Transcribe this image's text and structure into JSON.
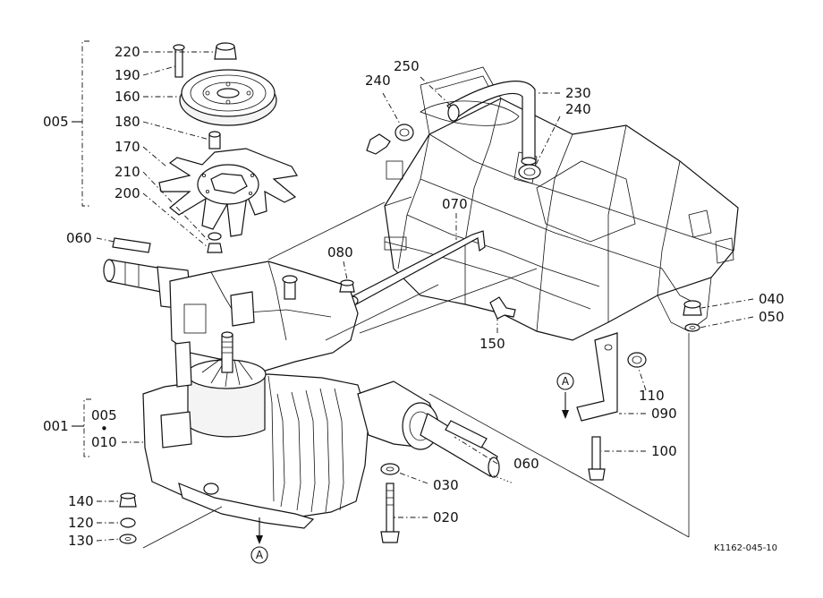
{
  "callouts": {
    "p220": "220",
    "p190": "190",
    "p160": "160",
    "p005_top": "005",
    "p180": "180",
    "p170": "170",
    "p210": "210",
    "p200": "200",
    "p060_left": "060",
    "p250": "250",
    "p240_top": "240",
    "p230": "230",
    "p240_right": "240",
    "p070": "070",
    "p080": "080",
    "p150": "150",
    "p040": "040",
    "p050": "050",
    "p110": "110",
    "p090": "090",
    "p100": "100",
    "p001": "001",
    "p005_mid": "005",
    "p010": "010",
    "p060_right": "060",
    "p030": "030",
    "p020": "020",
    "p140": "140",
    "p120": "120",
    "p130": "130"
  },
  "view_markers": {
    "a_right": "A",
    "a_bottom": "A"
  },
  "group_separator": "•",
  "figure_code": "K1162-045-10"
}
